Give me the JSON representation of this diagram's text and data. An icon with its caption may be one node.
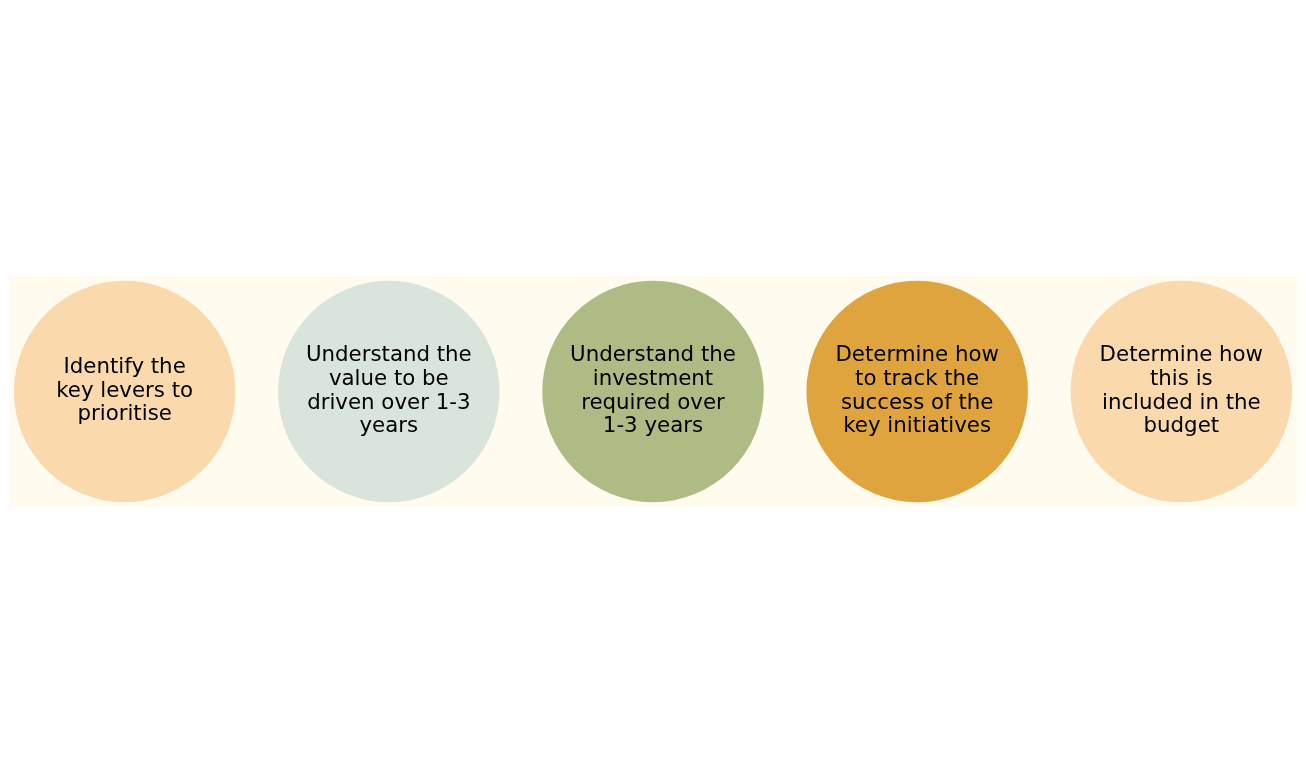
{
  "diagram": {
    "nodes": [
      {
        "text": [
          "Identify the key levers to prioritise"
        ]
      },
      {
        "text": [
          "Understand the value to be driven over 1-3 years"
        ]
      },
      {
        "text": [
          "Understand the investment required over 1-3 years"
        ]
      },
      {
        "text": [
          "Determine how to track the success of the key initiatives"
        ]
      },
      {
        "text": [
          "Determine how this is included in the budget"
        ]
      }
    ],
    "edges": []
  }
}
